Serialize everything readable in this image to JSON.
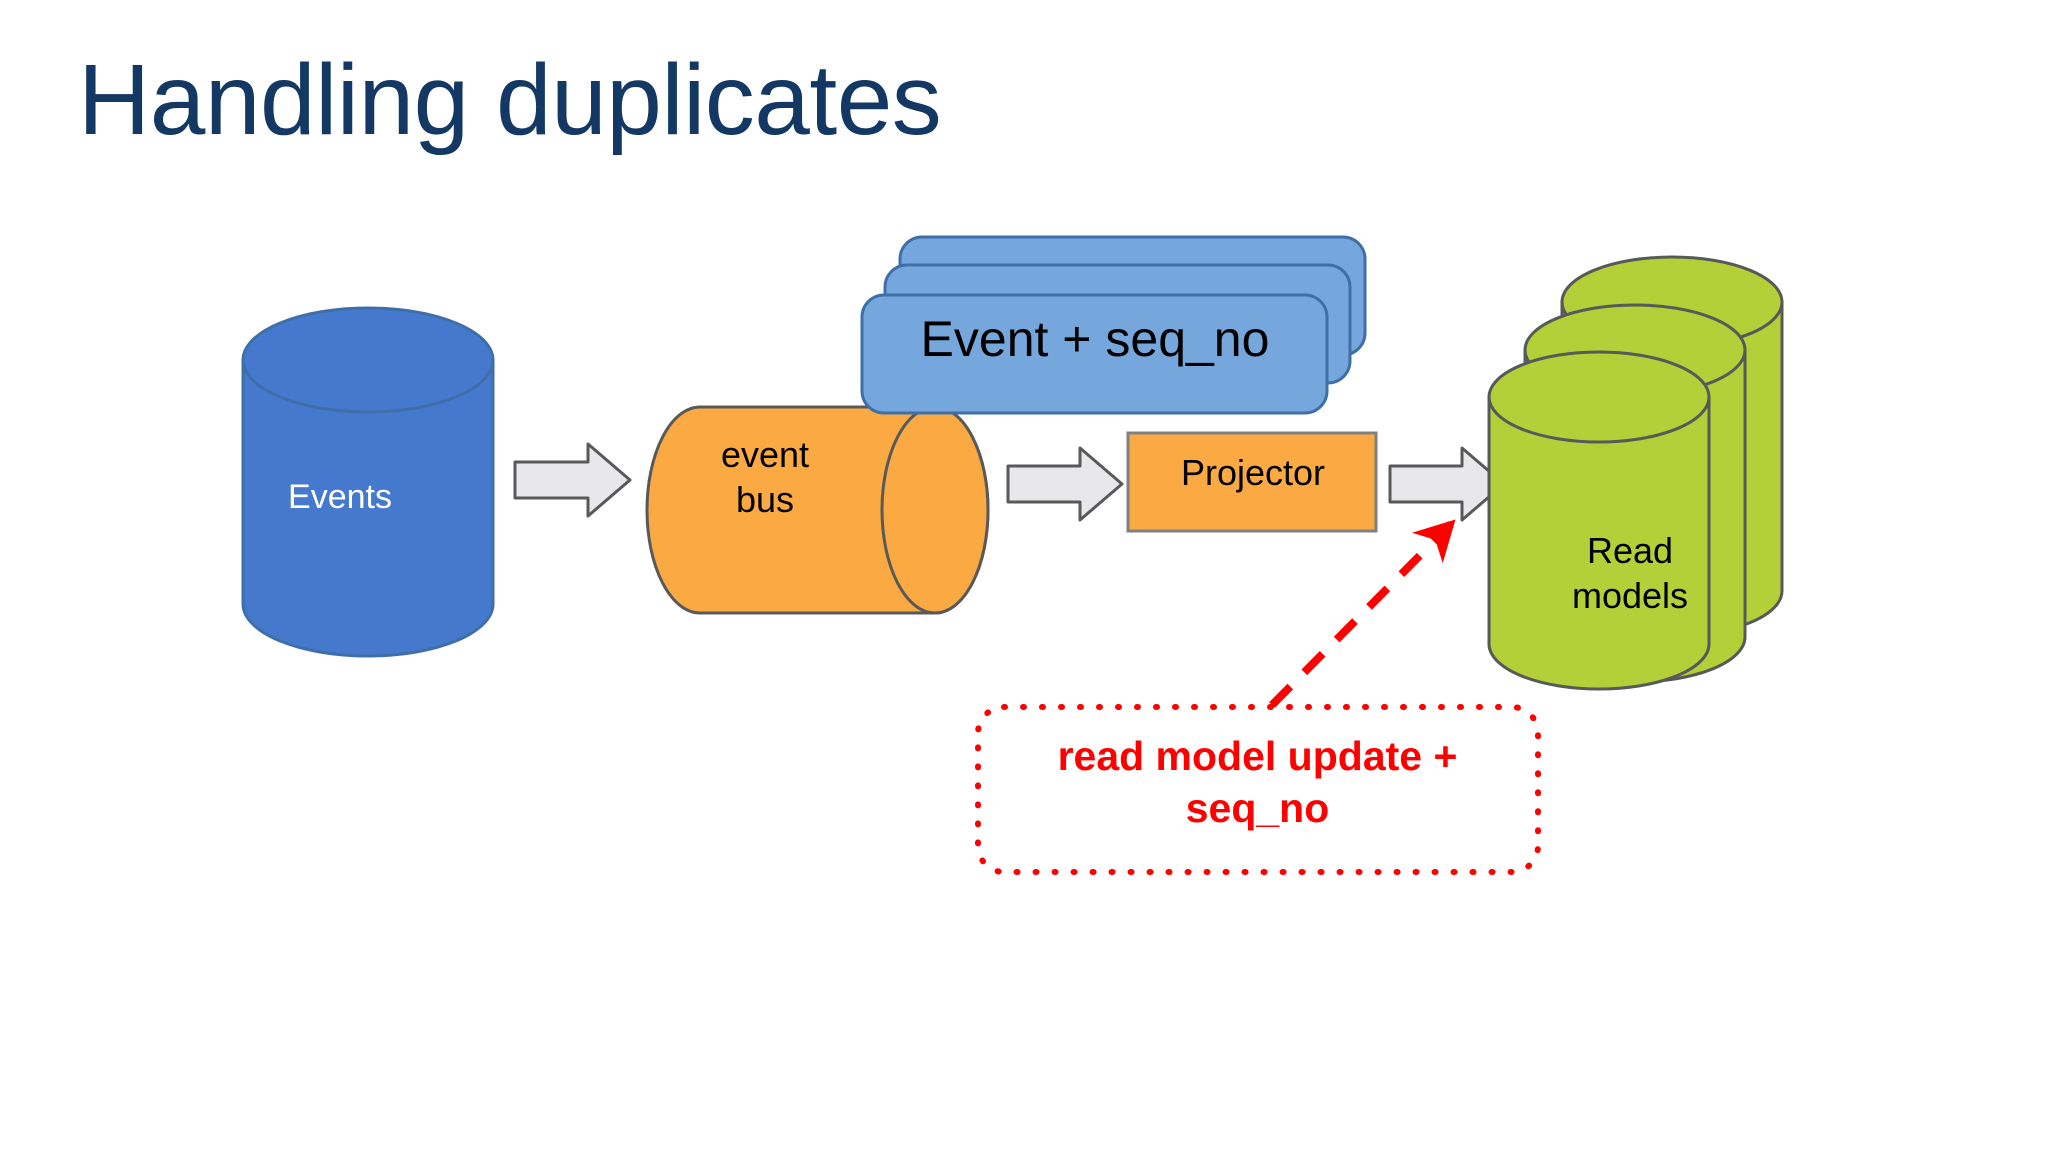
{
  "slide": {
    "title": "Handling duplicates",
    "title_color": "#123863",
    "background": "#ffffff"
  },
  "diagram": {
    "type": "flow",
    "nodes": [
      {
        "id": "events",
        "name": "events-cylinder",
        "label": "Events",
        "shape": "cylinder-vertical",
        "fill": "#4479CE",
        "stroke": "#41719C",
        "text_color": "#ffffff"
      },
      {
        "id": "event-bus",
        "name": "event-bus-cylinder",
        "label": "event\nbus",
        "shape": "cylinder-horizontal",
        "fill": "#FBA942",
        "stroke": "#595959",
        "text_color": "#000000"
      },
      {
        "id": "event-seq-no",
        "name": "event-message-stack",
        "label": "Event + seq_no",
        "shape": "stacked-rounded-rectangles",
        "count": 3,
        "fill": "#76A7DC",
        "stroke": "#41719C",
        "text_color": "#000000"
      },
      {
        "id": "projector",
        "name": "projector-box",
        "label": "Projector",
        "shape": "rectangle",
        "fill": "#FBA942",
        "stroke": "#808080",
        "text_color": "#000000"
      },
      {
        "id": "read-models",
        "name": "read-models-cylinders",
        "label": "Read\nmodels",
        "shape": "stacked-cylinders",
        "count": 3,
        "fill": "#B4CF38",
        "stroke": "#595959",
        "text_color": "#000000"
      }
    ],
    "connectors": [
      {
        "id": "arrow-events-bus",
        "name": "block-arrow-events-to-bus",
        "style": "block-arrow",
        "fill": "#E8E8EA",
        "stroke": "#595959",
        "from": "events",
        "to": "event-bus"
      },
      {
        "id": "arrow-bus-projector",
        "name": "block-arrow-bus-to-projector",
        "style": "block-arrow",
        "fill": "#E8E8EA",
        "stroke": "#595959",
        "from": "event-bus",
        "to": "projector"
      },
      {
        "id": "arrow-projector-readmodels",
        "name": "block-arrow-projector-to-read-models",
        "style": "block-arrow",
        "fill": "#E8E8EA",
        "stroke": "#595959",
        "from": "projector",
        "to": "read-models"
      },
      {
        "id": "arrow-callout",
        "name": "dashed-callout-arrow",
        "style": "dashed-arrow",
        "color": "#FF0000",
        "from": "callout",
        "to": "read-models"
      }
    ],
    "callout": {
      "id": "callout",
      "name": "read-model-update-callout",
      "label": "read model update +\nseq_no",
      "border_style": "dotted",
      "color": "#FF0000",
      "fill": "#ffffff"
    }
  }
}
